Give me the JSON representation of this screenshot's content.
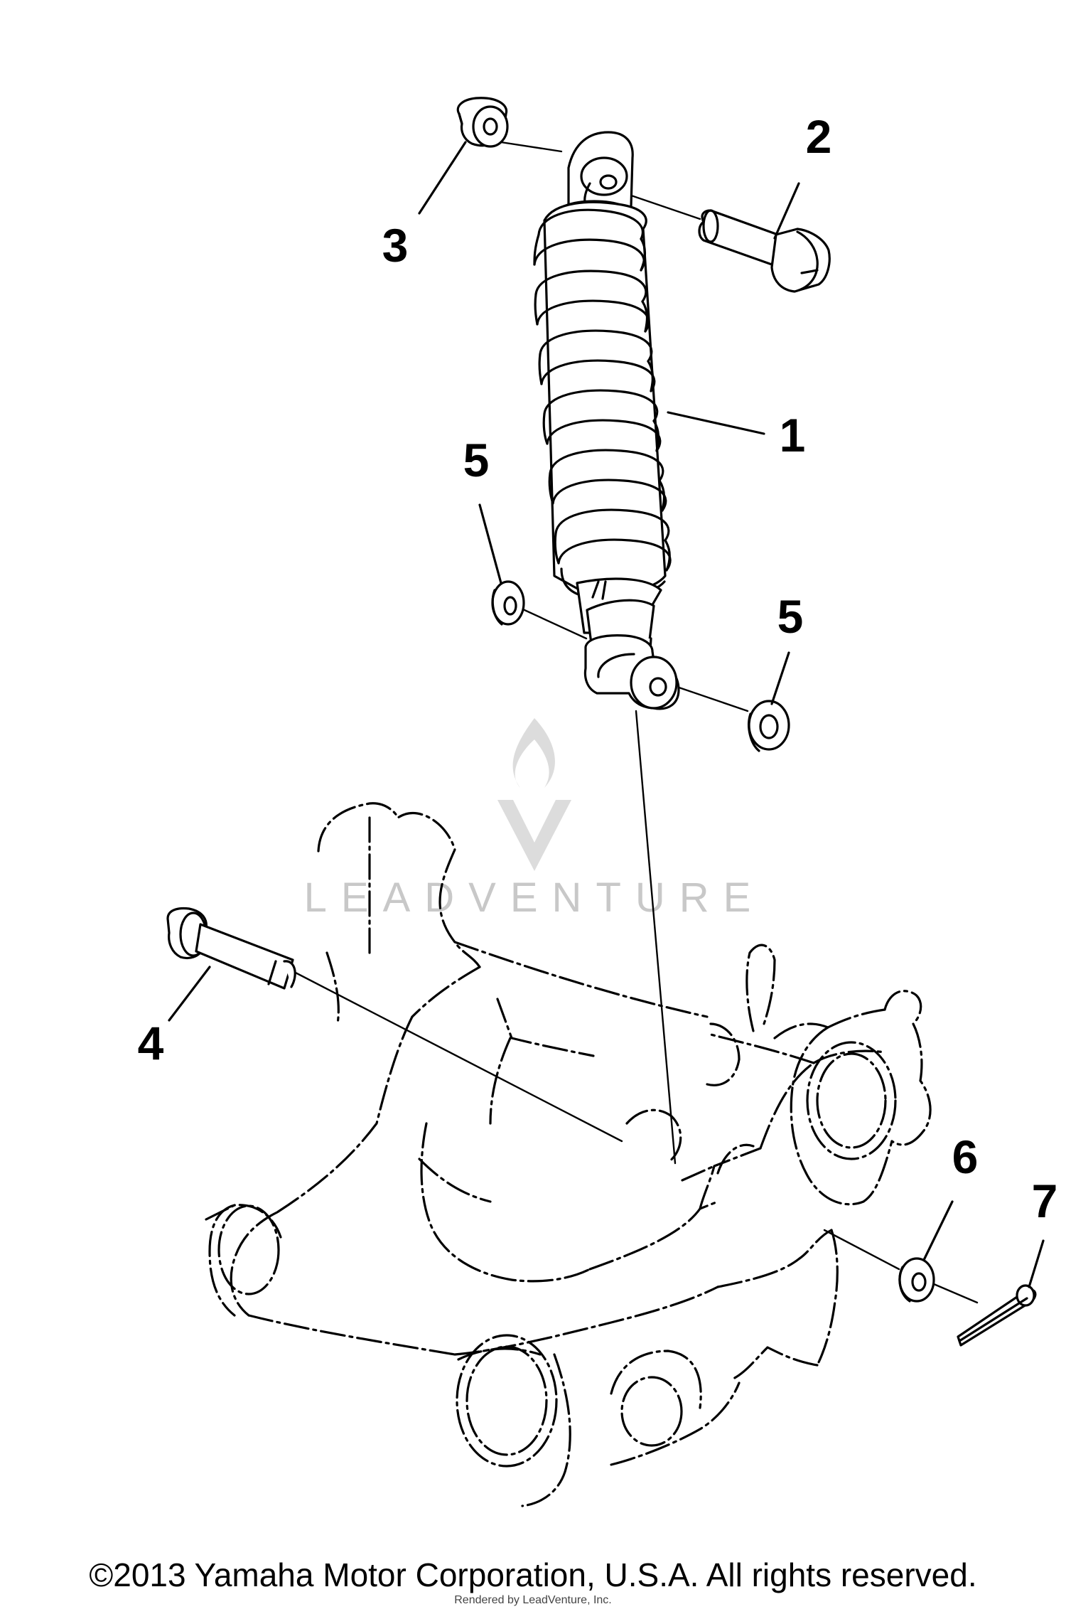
{
  "diagram": {
    "callouts": [
      {
        "id": "1",
        "label": "1"
      },
      {
        "id": "2",
        "label": "2"
      },
      {
        "id": "3",
        "label": "3"
      },
      {
        "id": "4",
        "label": "4"
      },
      {
        "id": "5a",
        "label": "5"
      },
      {
        "id": "5b",
        "label": "5"
      },
      {
        "id": "6",
        "label": "6"
      },
      {
        "id": "7",
        "label": "7"
      }
    ],
    "parts": [
      "shock-absorber",
      "bolt",
      "nut",
      "pivot-bolt",
      "washer",
      "washer",
      "washer",
      "cotter-pin",
      "swingarm"
    ]
  },
  "watermark": {
    "text": "LEADVENTURE",
    "icon": "flame-v-logo-icon",
    "color": "#c8c8c8"
  },
  "footer": {
    "copyright": "©2013 Yamaha Motor Corporation, U.S.A. All rights reserved.",
    "rendered_by": "Rendered by LeadVenture, Inc."
  }
}
